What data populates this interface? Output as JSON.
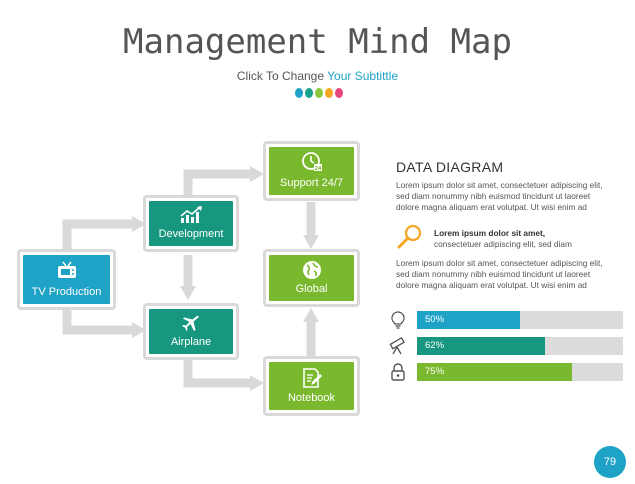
{
  "header": {
    "title": "Management Mind Map",
    "subtitle_prefix": "Click To Change ",
    "subtitle_accent": "Your Subtittle",
    "dots": [
      "#1ea2c6",
      "#17a28d",
      "#8cc63f",
      "#f5a623",
      "#e8457a"
    ]
  },
  "colors": {
    "blue": "#1ea2c6",
    "teal": "#17977f",
    "green": "#7ab82e",
    "arrow": "#d9d9d9"
  },
  "nodes": [
    {
      "id": "tv",
      "label": "TV Production",
      "icon": "tv-icon"
    },
    {
      "id": "development",
      "label": "Development",
      "icon": "growth-chart-icon"
    },
    {
      "id": "airplane",
      "label": "Airplane",
      "icon": "airplane-icon"
    },
    {
      "id": "support",
      "label": "Support 24/7",
      "icon": "clock-24-icon"
    },
    {
      "id": "global",
      "label": "Global",
      "icon": "globe-icon"
    },
    {
      "id": "notebook",
      "label": "Notebook",
      "icon": "notebook-pen-icon"
    }
  ],
  "panel": {
    "title": "DATA DIAGRAM",
    "paragraph1": "Lorem ipsum dolor sit amet, consectetuer adipiscing elit, sed diam nonummy nibh euismod tincidunt ut laoreet dolore magna aliquam erat volutpat. Ut wisi enim ad",
    "note_bold": "Lorem ipsum dolor sit amet,",
    "note_text": "consectetuer adipiscing elit, sed diam",
    "paragraph2": "Lorem ipsum dolor sit amet, consectetuer adipiscing elit, sed diam nonummy nibh euismod tincidunt ut laoreet dolore magna aliquam erat volutpat. Ut wisi enim ad",
    "bars": [
      {
        "label": "50%",
        "value": 0.5,
        "icon": "lightbulb-icon",
        "color": "#1ea2c6"
      },
      {
        "label": "62%",
        "value": 0.62,
        "icon": "telescope-icon",
        "color": "#17977f"
      },
      {
        "label": "75%",
        "value": 0.75,
        "icon": "padlock-icon",
        "color": "#7ab82e"
      }
    ]
  },
  "page_number": "79"
}
